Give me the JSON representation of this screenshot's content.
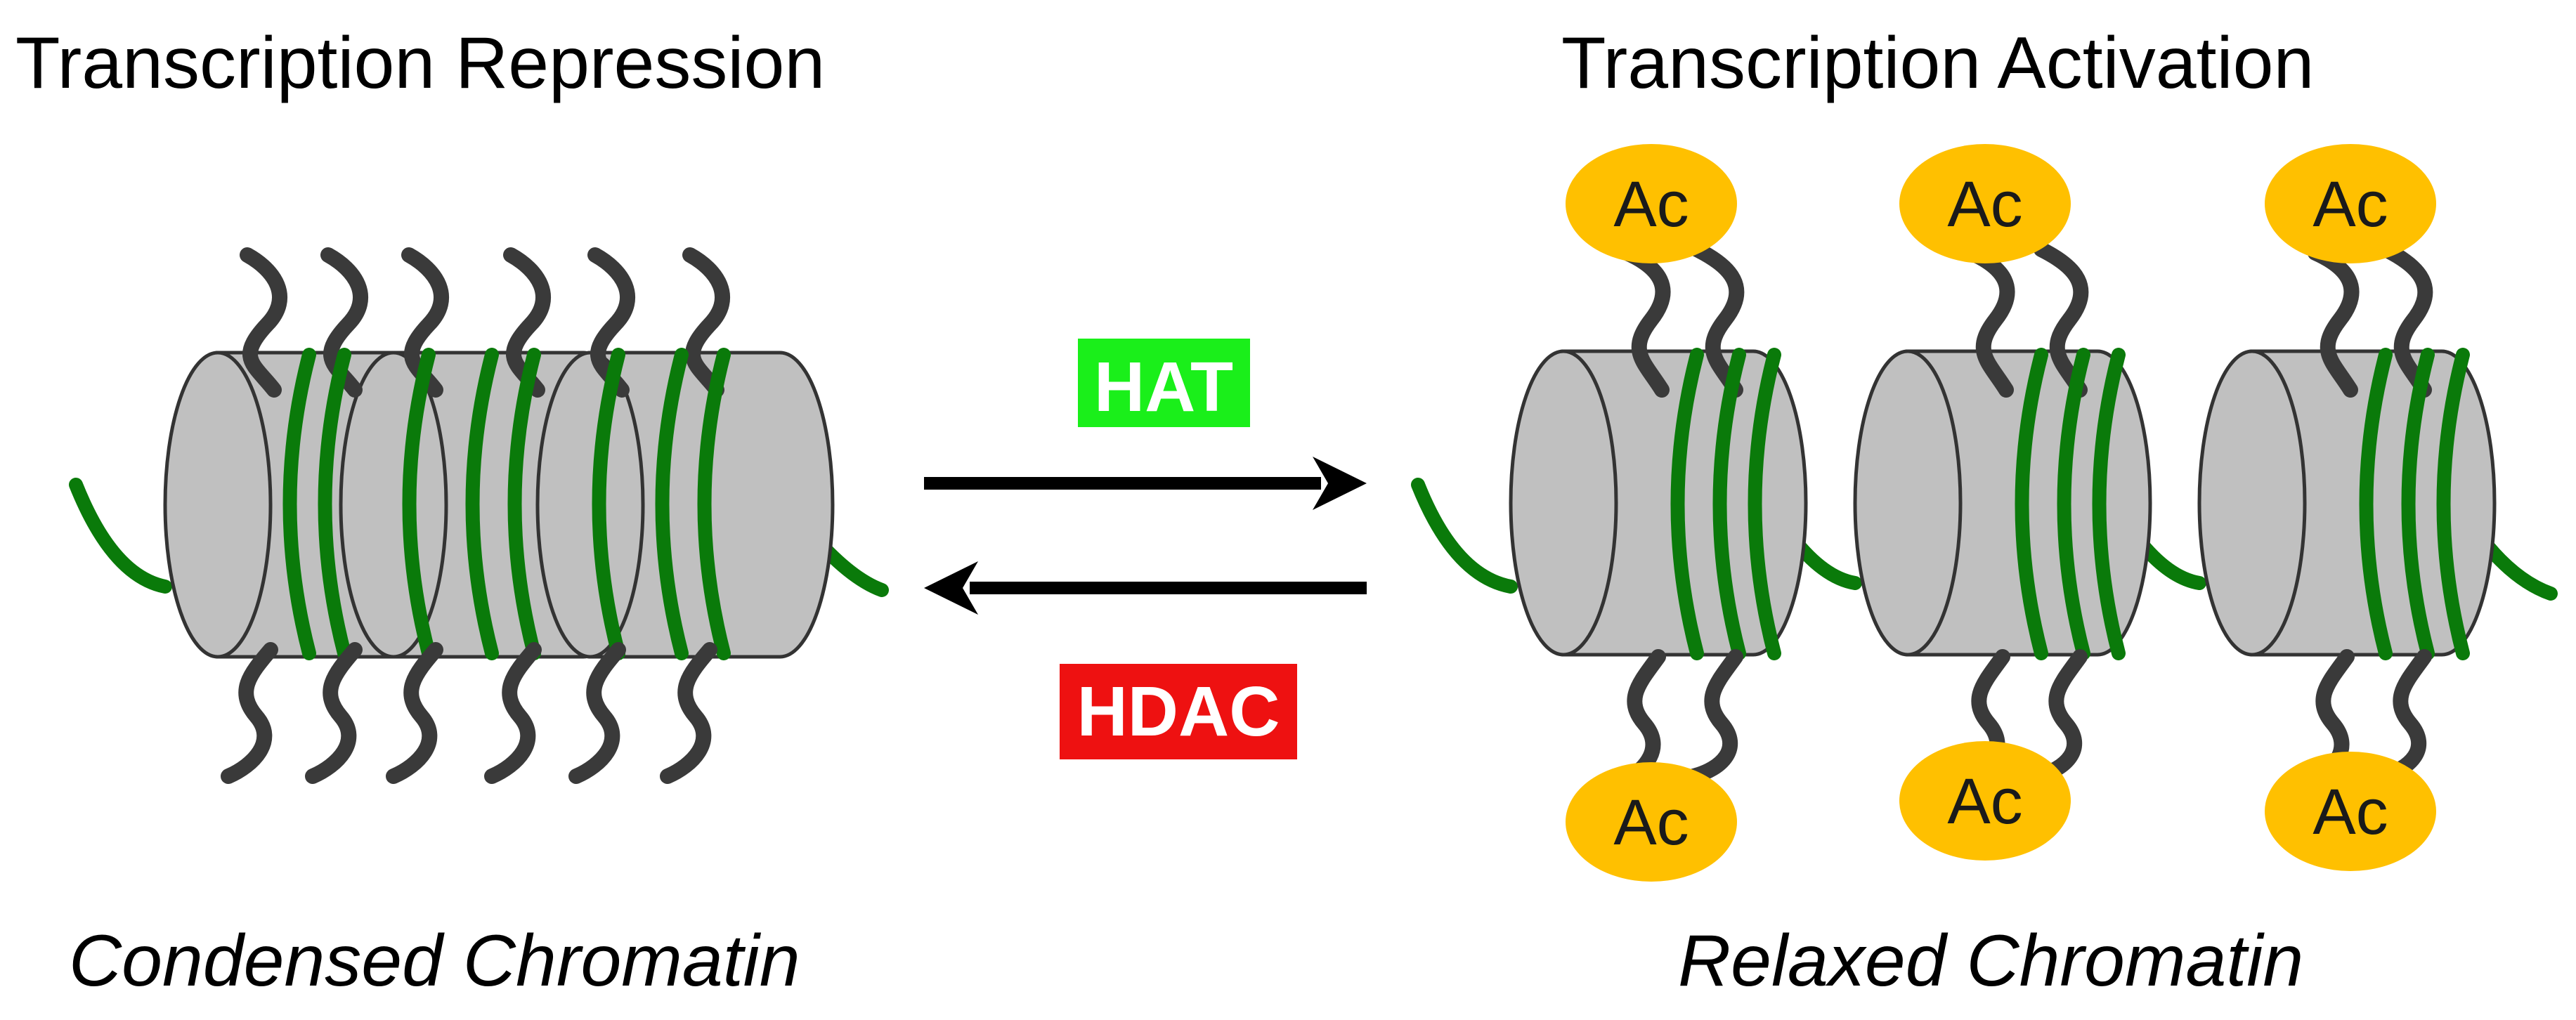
{
  "titles": {
    "left": "Transcription Repression",
    "right": "Transcription Activation"
  },
  "captions": {
    "left": "Condensed Chromatin",
    "right": "Relaxed Chromatin"
  },
  "enzymes": {
    "forward": "HAT",
    "reverse": "HDAC"
  },
  "acetyl_label": "Ac",
  "colors": {
    "histone_fill": "#c0c0c0",
    "dna_green": "#0a7a0a",
    "tail_dark": "#3a3a3a",
    "acetyl_yellow": "#ffc000",
    "hat_green": "#1aef1a",
    "hdac_red": "#ee1111",
    "arrow_black": "#000000"
  }
}
